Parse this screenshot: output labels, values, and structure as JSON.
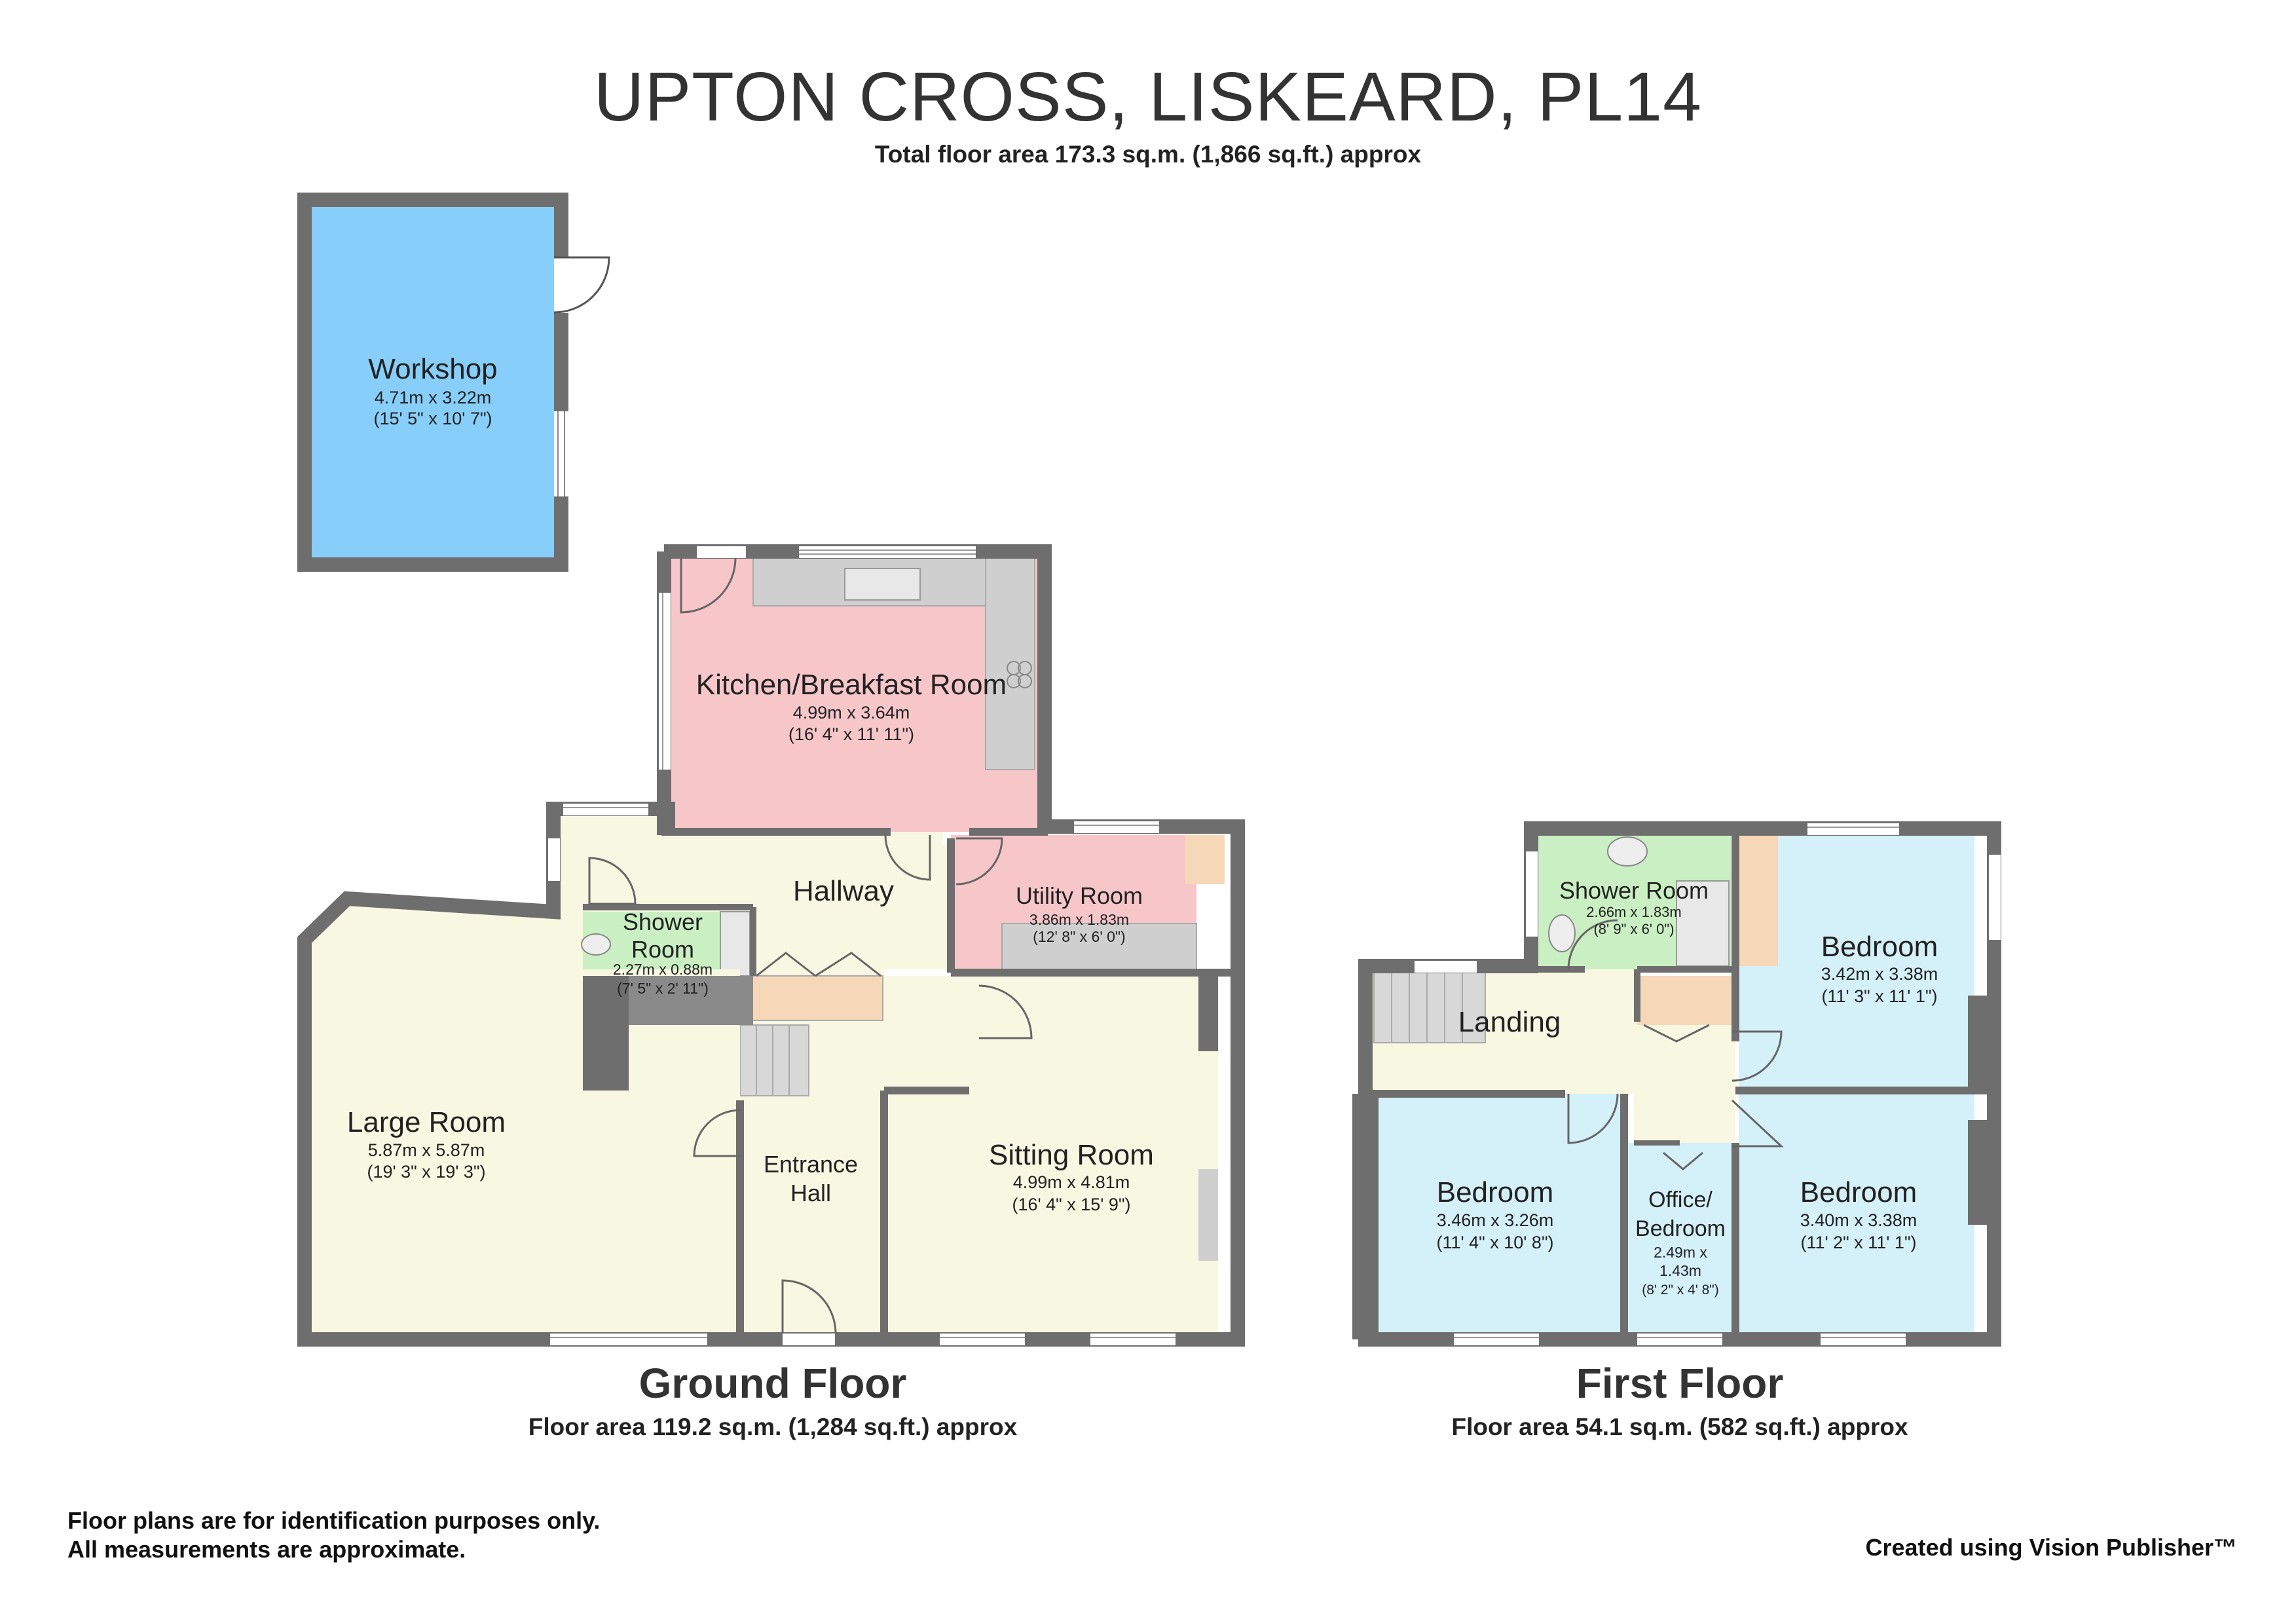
{
  "header": {
    "title": "UPTON CROSS, LISKEARD, PL14",
    "total_area": "Total floor area 173.3 sq.m. (1,866 sq.ft.) approx"
  },
  "ground_floor": {
    "label": "Ground Floor",
    "area": "Floor area 119.2 sq.m. (1,284 sq.ft.) approx",
    "rooms": {
      "workshop": {
        "name": "Workshop",
        "metric": "4.71m x 3.22m",
        "imperial": "(15' 5\" x 10' 7\")"
      },
      "kitchen": {
        "name": "Kitchen/Breakfast Room",
        "metric": "4.99m x 3.64m",
        "imperial": "(16' 4\" x 11' 11\")"
      },
      "hallway": {
        "name": "Hallway"
      },
      "utility": {
        "name": "Utility Room",
        "metric": "3.86m x 1.83m",
        "imperial": "(12' 8\" x 6' 0\")"
      },
      "shower": {
        "name_line1": "Shower",
        "name_line2": "Room",
        "metric": "2.27m x 0.88m",
        "imperial": "(7' 5\" x 2' 11\")"
      },
      "large_room": {
        "name": "Large Room",
        "metric": "5.87m x 5.87m",
        "imperial": "(19' 3\" x 19' 3\")"
      },
      "entrance": {
        "name_line1": "Entrance",
        "name_line2": "Hall"
      },
      "sitting": {
        "name": "Sitting Room",
        "metric": "4.99m x 4.81m",
        "imperial": "(16' 4\" x 15' 9\")"
      }
    }
  },
  "first_floor": {
    "label": "First Floor",
    "area": "Floor area 54.1 sq.m. (582 sq.ft.) approx",
    "rooms": {
      "shower": {
        "name": "Shower Room",
        "metric": "2.66m x 1.83m",
        "imperial": "(8' 9\" x 6' 0\")"
      },
      "bedroom1": {
        "name": "Bedroom",
        "metric": "3.42m x 3.38m",
        "imperial": "(11' 3\" x 11' 1\")"
      },
      "landing": {
        "name": "Landing"
      },
      "bedroom2": {
        "name": "Bedroom",
        "metric": "3.46m x 3.26m",
        "imperial": "(11' 4\" x 10' 8\")"
      },
      "office": {
        "name_line1": "Office/",
        "name_line2": "Bedroom",
        "metric_line1": "2.49m x",
        "metric_line2": "1.43m",
        "imperial": "(8' 2\" x 4' 8\")"
      },
      "bedroom3": {
        "name": "Bedroom",
        "metric": "3.40m x 3.38m",
        "imperial": "(11' 2\" x 11' 1\")"
      }
    }
  },
  "footer": {
    "disclaimer_line1": "Floor plans are for identification purposes only.",
    "disclaimer_line2": "All measurements are approximate.",
    "credit": "Created using Vision Publisher™"
  },
  "colors": {
    "wall": "#6e6e6e",
    "workshop": "#87cefa",
    "kitchen": "#f7c6c9",
    "hall": "#f8f7e2",
    "shower": "#c9efc2",
    "bedroom": "#d4f0f8",
    "fitted": "#cfcfcf",
    "cupboard": "#f6d8b8"
  }
}
